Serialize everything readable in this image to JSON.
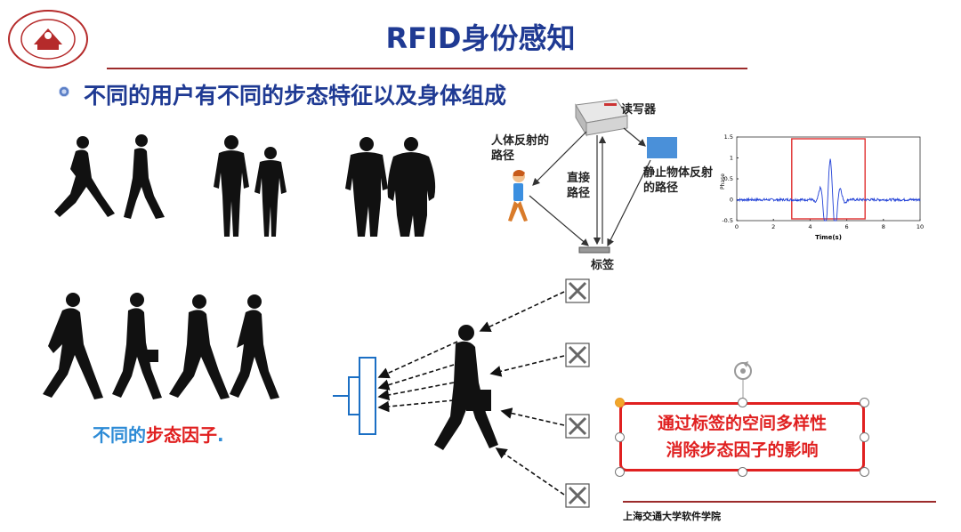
{
  "slide": {
    "title": "RFID身份感知",
    "bullet": "不同的用户有不同的步态特征以及身体组成",
    "caption_part1": "不同的",
    "caption_part2": "步态因子",
    "caption_part3": ".",
    "callout_line1": "通过标签的空间多样性",
    "callout_line2": "消除步态因子的影响",
    "footer": "上海交通大学软件学院"
  },
  "diagram": {
    "reader_label": "读写器",
    "human_path_label_1": "人体反射的",
    "human_path_label_2": "路径",
    "direct_path_label_1": "直接",
    "direct_path_label_2": "路径",
    "static_path_label_1": "静止物体反射",
    "static_path_label_2": "的路径",
    "tag_label": "标签"
  },
  "colors": {
    "title_blue": "#1f3a93",
    "accent_red": "#e02020",
    "caption_blue": "#2d8bd6",
    "rule_red": "#9c2b2b",
    "plot_line": "#1f3fd6",
    "static_box": "#4a90d9"
  },
  "chart_data": {
    "type": "line",
    "xlabel": "Time(s)",
    "ylabel": "Phase",
    "xlim": [
      0,
      10
    ],
    "ylim": [
      -0.5,
      1.5
    ],
    "xticks": [
      "0",
      "2",
      "4",
      "6",
      "8",
      "10"
    ],
    "yticks": [
      "-0.5",
      "0",
      "0.5",
      "1",
      "1.5"
    ],
    "highlight_x": [
      3,
      7
    ],
    "grid": false
  }
}
